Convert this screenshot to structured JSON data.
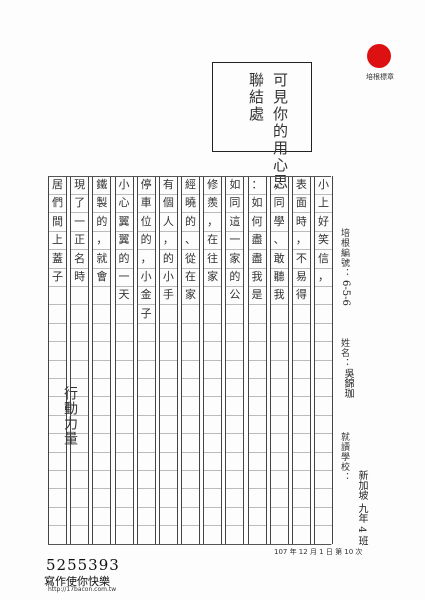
{
  "header": {
    "logo_caption": "培根標章",
    "teacher_comment": [
      "可見你的用心思",
      "聯結處"
    ]
  },
  "side_info": {
    "serial_label": "培根編號：",
    "serial_value": "6-5-6",
    "name_label": "姓名：",
    "name_value": "吳錦珈",
    "school_label": "就讀學校：",
    "school_value": "新加坡 九年 4 班"
  },
  "essay": {
    "columns": [
      "小上好笑信，",
      "表面時，不易得",
      "，同學、敢聽我",
      "：如何盡盡我是",
      "如同這一家的公",
      "修羨，在往家",
      "經曉的、從在家",
      "有個人，的小手",
      "停車位的，小金子",
      "小心翼翼的一天",
      "鐵製的，就會",
      "現了一正名時",
      "居們間上蓋子"
    ]
  },
  "margin_note": "行動力量",
  "footer": {
    "date": "107 年 12 月 1 日   第 10 次",
    "number": "5255393",
    "slogan": "寫作使你快樂",
    "url": "http://17bacon.com.tw"
  }
}
